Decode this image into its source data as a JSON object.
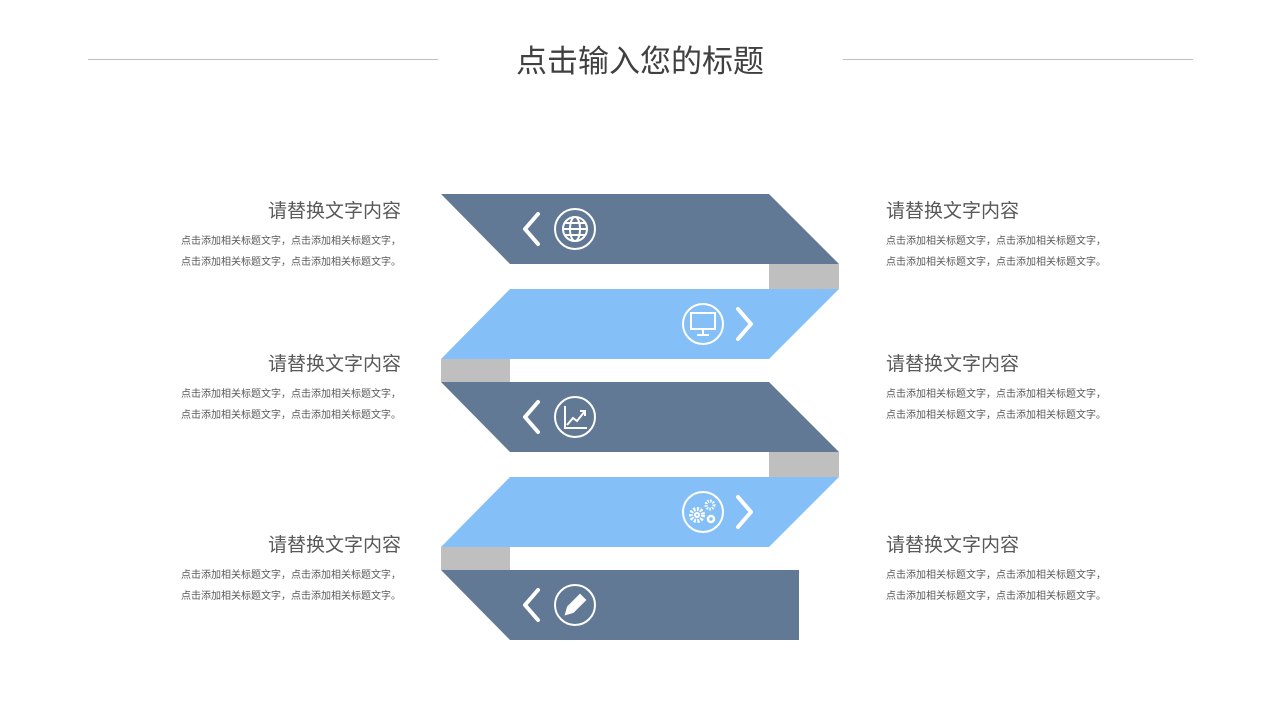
{
  "title": "点击输入您的标题",
  "colors": {
    "dark": "#627995",
    "light": "#85bff7",
    "gray": "#bfbfbf"
  },
  "items": [
    {
      "heading": "请替换文字内容",
      "body": "点击添加相关标题文字，点击添加相关标题文字，点击添加相关标题文字，点击添加相关标题文字。"
    },
    {
      "heading": "请替换文字内容",
      "body": "点击添加相关标题文字，点击添加相关标题文字，点击添加相关标题文字，点击添加相关标题文字。"
    },
    {
      "heading": "请替换文字内容",
      "body": "点击添加相关标题文字，点击添加相关标题文字，点击添加相关标题文字，点击添加相关标题文字。"
    },
    {
      "heading": "请替换文字内容",
      "body": "点击添加相关标题文字，点击添加相关标题文字，点击添加相关标题文字，点击添加相关标题文字。"
    },
    {
      "heading": "请替换文字内容",
      "body": "点击添加相关标题文字，点击添加相关标题文字，点击添加相关标题文字，点击添加相关标题文字。"
    },
    {
      "heading": "请替换文字内容",
      "body": "点击添加相关标题文字，点击添加相关标题文字，点击添加相关标题文字，点击添加相关标题文字。"
    }
  ],
  "icons": [
    "globe-icon",
    "monitor-icon",
    "chart-icon",
    "gears-icon",
    "pencil-icon"
  ]
}
